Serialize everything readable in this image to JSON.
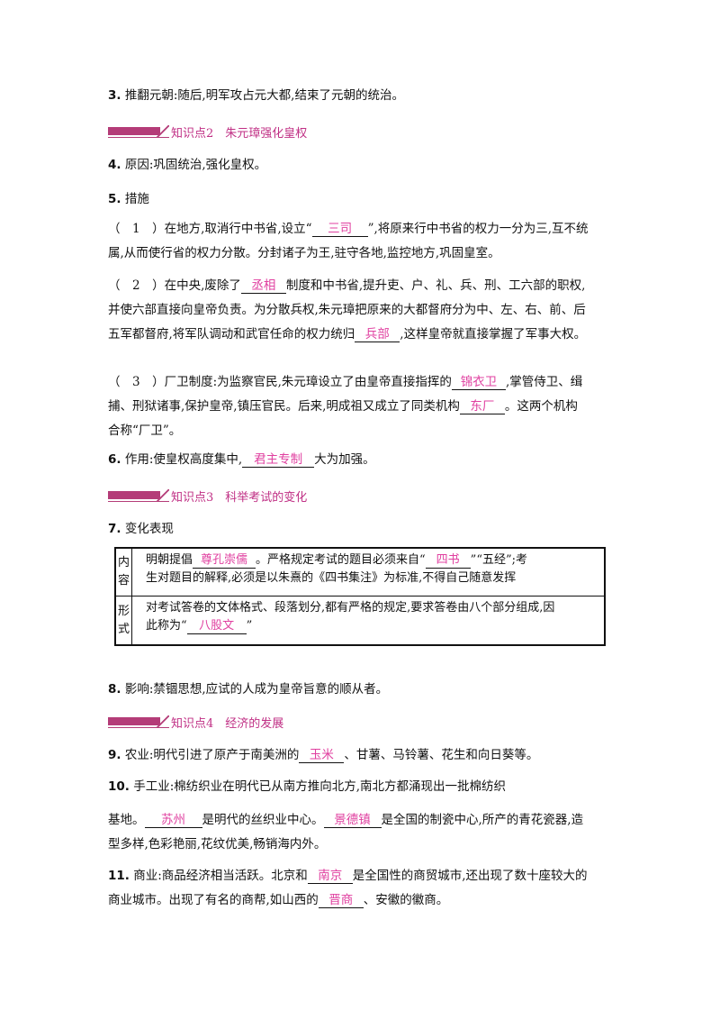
{
  "item3": {
    "num": "3.",
    "text": " 推翻元朝:随后,明军攻占元大都,结束了元朝的统治。"
  },
  "kp2": {
    "label": "知识点2　朱元璋强化皇权"
  },
  "item4": {
    "num": "4.",
    "text": " 原因:巩固统治,强化皇权。"
  },
  "item5": {
    "num": "5.",
    "text": " 措施"
  },
  "m1": {
    "a": "（　1　）在地方,取消行中书省,设立“",
    "ans1": "三司",
    "b": "”,将原来行中书省的权力一分为三,互不统",
    "line2": "属,从而使行省的权力分散。分封诸子为王,驻守各地,监控地方,巩固皇室。"
  },
  "m2": {
    "a": "（　2　）在中央,废除了",
    "ans1": "丞相",
    "b": "制度和中书省,提升吏、户、礼、兵、刑、工六部的职权,",
    "line2": "并使六部直接向皇帝负责。为分散兵权,朱元璋把原来的大都督府分为中、左、右、前、后",
    "line3a": "五军都督府,将军队调动和武官任命的权力统归",
    "ans2": "兵部",
    "line3b": ",这样皇帝就直接掌握了军事大权。"
  },
  "m3": {
    "a": "（　3　）厂卫制度:为监察官民,朱元璋设立了由皇帝直接指挥的",
    "ans1": "锦衣卫",
    "b": ",掌管侍卫、缉",
    "line2a": "捕、刑狱诸事,保护皇帝,镇压官民。后来,明成祖又成立了同类机构",
    "ans2": "东厂",
    "line2b": "。这两个机构",
    "line3": "合称“厂卫”。"
  },
  "item6": {
    "num": "6.",
    "a": " 作用:使皇权高度集中,",
    "ans": "君主专制",
    "b": "大为加强。"
  },
  "kp3": {
    "label": "知识点3　科举考试的变化"
  },
  "item7": {
    "num": "7.",
    "text": " 变化表现"
  },
  "table": {
    "r1_hdr1": "内",
    "r1_hdr2": "容",
    "r1_a": "明朝提倡",
    "r1_ans1": "尊孔崇儒",
    "r1_b": "。严格规定考试的题目必须来自“",
    "r1_ans2": "四书",
    "r1_c": "”“五经”;考",
    "r1_line2": "生对题目的解释,必须是以朱熹的《四书集注》为标准,不得自己随意发挥",
    "r2_hdr1": "形",
    "r2_hdr2": "式",
    "r2_line1": "对考试答卷的文体格式、段落划分,都有严格的规定,要求答卷由八个部分组成,因",
    "r2_a": "此称为“",
    "r2_ans": "八股文",
    "r2_b": "”"
  },
  "item8": {
    "num": "8.",
    "text": " 影响:禁锢思想,应试的人成为皇帝旨意的顺从者。"
  },
  "kp4": {
    "label": "知识点4　经济的发展"
  },
  "item9": {
    "num": "9.",
    "a": " 农业:明代引进了原产于南美洲的",
    "ans": "玉米",
    "b": "、甘薯、马铃薯、花生和向日葵等。"
  },
  "item10": {
    "num": "10.",
    "line1": " 手工业:棉纺织业在明代已从南方推向北方,南北方都涌现出一批棉纺织",
    "line2a": "基地。",
    "ans1": "苏州",
    "line2b": "是明代的丝织业中心。",
    "ans2": "景德镇",
    "line2c": "是全国的制瓷中心,所产的青花瓷器,造",
    "line3": "型多样,色彩艳丽,花纹优美,畅销海内外。"
  },
  "item11": {
    "num": "11.",
    "a": " 商业:商品经济相当活跃。北京和",
    "ans1": "南京",
    "b": "是全国性的商贸城市,还出现了数十座较大的",
    "line2a": "商业城市。出现了有名的商帮,如山西的",
    "ans2": "晋商",
    "line2b": "、安徽的徽商。"
  },
  "colors": {
    "accent": "#b43c78",
    "answer": "#e040a0"
  }
}
